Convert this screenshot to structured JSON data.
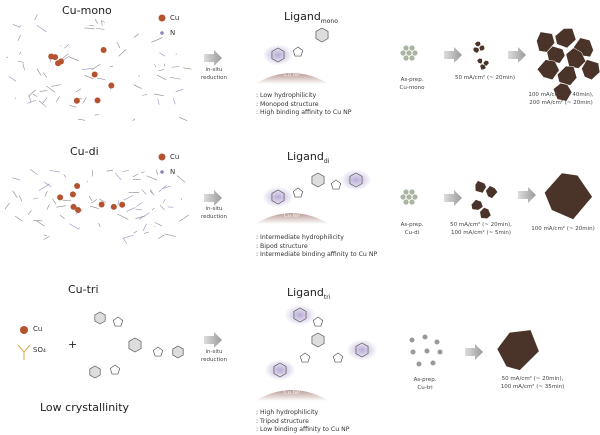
{
  "rows": [
    {
      "title": "Cu-mono",
      "legend": [
        "Cu",
        "N"
      ],
      "arrow_label": [
        "in-situ",
        "reduction"
      ],
      "ligand": {
        "name": "Ligand",
        "sub": "mono"
      },
      "np_label": "Cu NP",
      "properties": [
        ": Low hydrophilicity",
        ": Monopod structure",
        ": High binding affinity to Cu NP"
      ],
      "stages": [
        {
          "label": [
            "As-prep.",
            "Cu-mono"
          ]
        },
        {
          "label": [
            "50 mA/cm² (~ 20min)"
          ]
        },
        {
          "label": [
            "100 mA/cm² (~ 40min),",
            "200 mA/cm² (~ 20min)"
          ]
        }
      ]
    },
    {
      "title": "Cu-di",
      "legend": [
        "Cu",
        "N"
      ],
      "arrow_label": [
        "in-situ",
        "reduction"
      ],
      "ligand": {
        "name": "Ligand",
        "sub": "di"
      },
      "np_label": "Cu NP",
      "properties": [
        ": Intermediate hydrophilicity",
        ": Bipod structure",
        ": Intermediate binding affinity to Cu NP"
      ],
      "stages": [
        {
          "label": [
            "As-prep.",
            "Cu-di"
          ]
        },
        {
          "label": [
            "50 mA/cm² (~ 20min),",
            "100 mA/cm² (~ 5min)"
          ]
        },
        {
          "label": [
            "100 mA/cm² (~ 20min)"
          ]
        }
      ]
    },
    {
      "title": "Cu-tri",
      "legend": [
        "Cu",
        "SO₄"
      ],
      "plus": "+",
      "footer": "Low crystallinity",
      "arrow_label": [
        "in-situ",
        "reduction"
      ],
      "ligand": {
        "name": "Ligand",
        "sub": "tri"
      },
      "np_label": "Cu NP",
      "properties": [
        ": High hydrophilicity",
        ": Tripod structure",
        ": Low binding affinity to Cu NP"
      ],
      "stages": [
        {
          "label": [
            "As-prep.",
            "Cu-tri"
          ]
        },
        {
          "label": [
            "50 mA/cm² (~ 20min),",
            "100 mA/cm² (~ 35min)"
          ]
        }
      ]
    }
  ],
  "colors": {
    "cu": "#b5532f",
    "crystal": "#4a3328",
    "np": "#b89a94",
    "glow": "#9b88c4",
    "seed": "#a9b5a0",
    "arrow": "#9a9a9a"
  }
}
